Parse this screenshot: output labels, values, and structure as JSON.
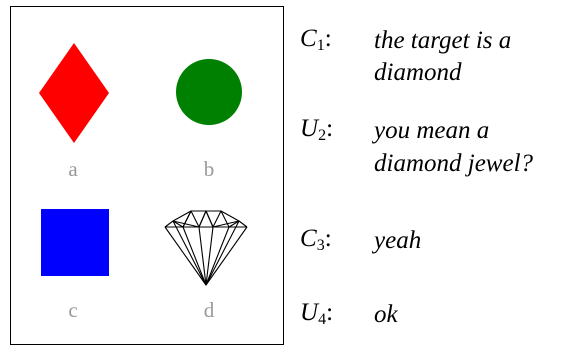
{
  "items": [
    {
      "label": "a",
      "shape": "red-diamond",
      "color": "#ff0000"
    },
    {
      "label": "b",
      "shape": "green-circle",
      "color": "#008000"
    },
    {
      "label": "c",
      "shape": "blue-square",
      "color": "#0000ff"
    },
    {
      "label": "d",
      "shape": "diamond-jewel",
      "color": "#000000"
    }
  ],
  "dialogue": [
    {
      "speaker": "C",
      "index": "1",
      "colon": ":",
      "line1": "the target is a",
      "line2": "diamond"
    },
    {
      "speaker": "U",
      "index": "2",
      "colon": ":",
      "line1": "you mean a",
      "line2": "diamond jewel?"
    },
    {
      "speaker": "C",
      "index": "3",
      "colon": ":",
      "line1": "yeah",
      "line2": ""
    },
    {
      "speaker": "U",
      "index": "4",
      "colon": ":",
      "line1": "ok",
      "line2": ""
    }
  ]
}
